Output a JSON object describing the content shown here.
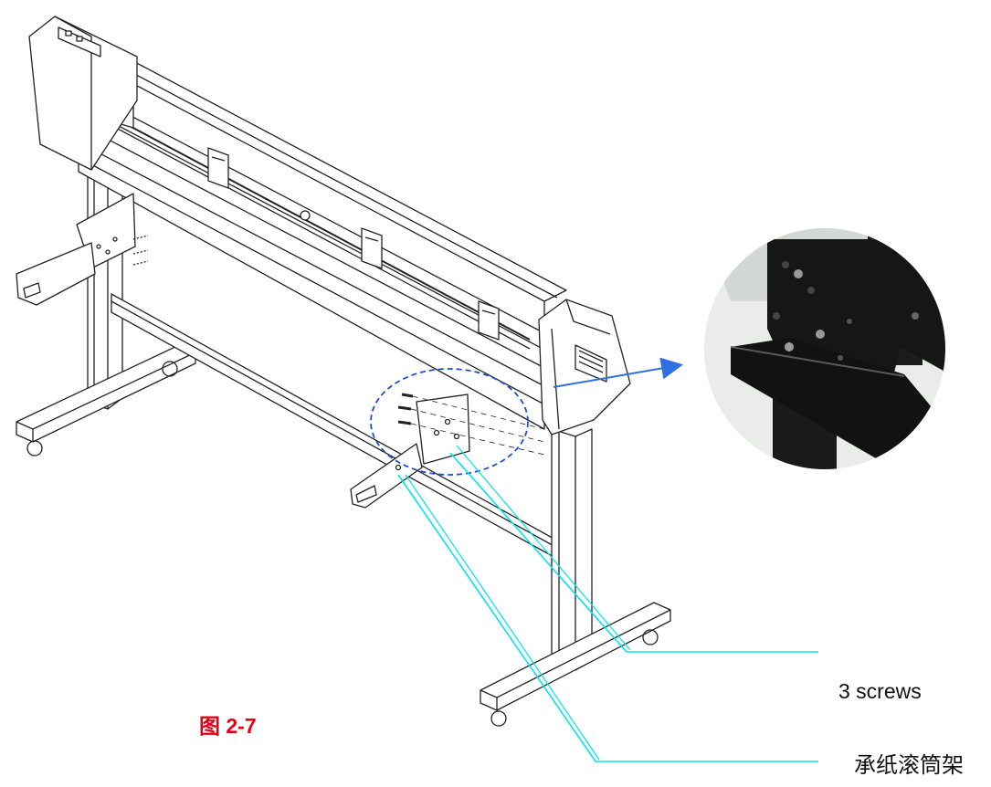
{
  "figure": {
    "caption": "图  2-7",
    "callouts": {
      "screws": "3 screws",
      "roll_holder": "承纸滚筒架"
    }
  },
  "colors": {
    "caption": "#e60012",
    "leader_line": "#00e5f0",
    "zoom_arrow": "#2f6fe0",
    "zoom_circle": "#1f4fd0",
    "line_art": "#222222"
  }
}
